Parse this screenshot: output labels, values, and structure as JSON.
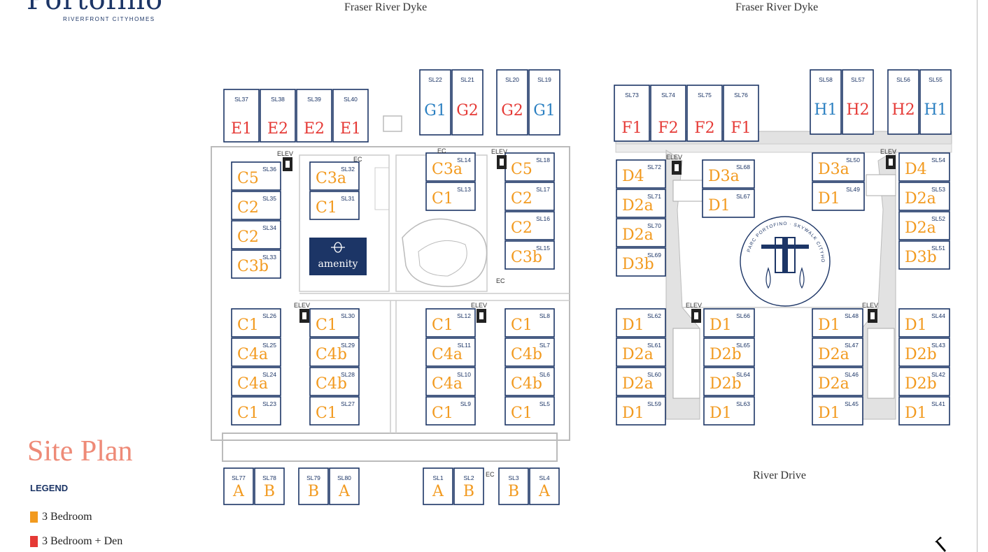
{
  "brand": {
    "name": "Portofino",
    "tagline": "RIVERFRONT CITYHOMES"
  },
  "labels": {
    "dyke_left": "Fraser River Dyke",
    "dyke_right": "Fraser River Dyke",
    "river_drive": "River Drive",
    "site_plan": "Site Plan"
  },
  "legend": {
    "title": "LEGEND",
    "items": [
      {
        "label": "3 Bedroom",
        "color": "#f29a1f"
      },
      {
        "label": "3 Bedroom + Den",
        "color": "#e53935"
      }
    ]
  },
  "amenity": {
    "label": "amenity"
  },
  "park_badge": {
    "text": "PARC PORTOFINO · SKYWALK CITYHOMES"
  },
  "elevator_label": "ELEV",
  "ec_label": "EC",
  "colors": {
    "navy": "#1c3566",
    "orange": "#f29a1f",
    "red": "#e53935",
    "blue": "#2a7fc1",
    "salmon": "#ee8a77"
  },
  "units": [
    {
      "sl": "SL37",
      "type": "E1",
      "color": "red"
    },
    {
      "sl": "SL38",
      "type": "E2",
      "color": "red"
    },
    {
      "sl": "SL39",
      "type": "E2",
      "color": "red"
    },
    {
      "sl": "SL40",
      "type": "E1",
      "color": "red"
    },
    {
      "sl": "SL22",
      "type": "G1",
      "color": "blue"
    },
    {
      "sl": "SL21",
      "type": "G2",
      "color": "red"
    },
    {
      "sl": "SL20",
      "type": "G2",
      "color": "red"
    },
    {
      "sl": "SL19",
      "type": "G1",
      "color": "blue"
    },
    {
      "sl": "SL36",
      "type": "C5",
      "color": "orange"
    },
    {
      "sl": "SL35",
      "type": "C2",
      "color": "orange"
    },
    {
      "sl": "SL34",
      "type": "C2",
      "color": "orange"
    },
    {
      "sl": "SL33",
      "type": "C3b",
      "color": "orange"
    },
    {
      "sl": "SL32",
      "type": "C3a",
      "color": "orange"
    },
    {
      "sl": "SL31",
      "type": "C1",
      "color": "orange"
    },
    {
      "sl": "SL14",
      "type": "C3a",
      "color": "orange"
    },
    {
      "sl": "SL13",
      "type": "C1",
      "color": "orange"
    },
    {
      "sl": "SL18",
      "type": "C5",
      "color": "orange"
    },
    {
      "sl": "SL17",
      "type": "C2",
      "color": "orange"
    },
    {
      "sl": "SL16",
      "type": "C2",
      "color": "orange"
    },
    {
      "sl": "SL15",
      "type": "C3b",
      "color": "orange"
    },
    {
      "sl": "SL26",
      "type": "C1",
      "color": "orange"
    },
    {
      "sl": "SL25",
      "type": "C4a",
      "color": "orange"
    },
    {
      "sl": "SL24",
      "type": "C4a",
      "color": "orange"
    },
    {
      "sl": "SL23",
      "type": "C1",
      "color": "orange"
    },
    {
      "sl": "SL30",
      "type": "C1",
      "color": "orange"
    },
    {
      "sl": "SL29",
      "type": "C4b",
      "color": "orange"
    },
    {
      "sl": "SL28",
      "type": "C4b",
      "color": "orange"
    },
    {
      "sl": "SL27",
      "type": "C1",
      "color": "orange"
    },
    {
      "sl": "SL12",
      "type": "C1",
      "color": "orange"
    },
    {
      "sl": "SL11",
      "type": "C4a",
      "color": "orange"
    },
    {
      "sl": "SL10",
      "type": "C4a",
      "color": "orange"
    },
    {
      "sl": "SL9",
      "type": "C1",
      "color": "orange"
    },
    {
      "sl": "SL8",
      "type": "C1",
      "color": "orange"
    },
    {
      "sl": "SL7",
      "type": "C4b",
      "color": "orange"
    },
    {
      "sl": "SL6",
      "type": "C4b",
      "color": "orange"
    },
    {
      "sl": "SL5",
      "type": "C1",
      "color": "orange"
    },
    {
      "sl": "SL77",
      "type": "A",
      "color": "orange"
    },
    {
      "sl": "SL78",
      "type": "B",
      "color": "orange"
    },
    {
      "sl": "SL79",
      "type": "B",
      "color": "orange"
    },
    {
      "sl": "SL80",
      "type": "A",
      "color": "orange"
    },
    {
      "sl": "SL1",
      "type": "A",
      "color": "orange"
    },
    {
      "sl": "SL2",
      "type": "B",
      "color": "orange"
    },
    {
      "sl": "SL3",
      "type": "B",
      "color": "orange"
    },
    {
      "sl": "SL4",
      "type": "A",
      "color": "orange"
    },
    {
      "sl": "SL73",
      "type": "F1",
      "color": "red"
    },
    {
      "sl": "SL74",
      "type": "F2",
      "color": "red"
    },
    {
      "sl": "SL75",
      "type": "F2",
      "color": "red"
    },
    {
      "sl": "SL76",
      "type": "F1",
      "color": "red"
    },
    {
      "sl": "SL58",
      "type": "H1",
      "color": "blue"
    },
    {
      "sl": "SL57",
      "type": "H2",
      "color": "red"
    },
    {
      "sl": "SL56",
      "type": "H2",
      "color": "red"
    },
    {
      "sl": "SL55",
      "type": "H1",
      "color": "blue"
    },
    {
      "sl": "SL72",
      "type": "D4",
      "color": "orange"
    },
    {
      "sl": "SL71",
      "type": "D2a",
      "color": "orange"
    },
    {
      "sl": "SL70",
      "type": "D2a",
      "color": "orange"
    },
    {
      "sl": "SL69",
      "type": "D3b",
      "color": "orange"
    },
    {
      "sl": "SL68",
      "type": "D3a",
      "color": "orange"
    },
    {
      "sl": "SL67",
      "type": "D1",
      "color": "orange"
    },
    {
      "sl": "SL50",
      "type": "D3a",
      "color": "orange"
    },
    {
      "sl": "SL49",
      "type": "D1",
      "color": "orange"
    },
    {
      "sl": "SL54",
      "type": "D4",
      "color": "orange"
    },
    {
      "sl": "SL53",
      "type": "D2a",
      "color": "orange"
    },
    {
      "sl": "SL52",
      "type": "D2a",
      "color": "orange"
    },
    {
      "sl": "SL51",
      "type": "D3b",
      "color": "orange"
    },
    {
      "sl": "SL62",
      "type": "D1",
      "color": "orange"
    },
    {
      "sl": "SL61",
      "type": "D2a",
      "color": "orange"
    },
    {
      "sl": "SL60",
      "type": "D2a",
      "color": "orange"
    },
    {
      "sl": "SL59",
      "type": "D1",
      "color": "orange"
    },
    {
      "sl": "SL66",
      "type": "D1",
      "color": "orange"
    },
    {
      "sl": "SL65",
      "type": "D2b",
      "color": "orange"
    },
    {
      "sl": "SL64",
      "type": "D2b",
      "color": "orange"
    },
    {
      "sl": "SL63",
      "type": "D1",
      "color": "orange"
    },
    {
      "sl": "SL48",
      "type": "D1",
      "color": "orange"
    },
    {
      "sl": "SL47",
      "type": "D2a",
      "color": "orange"
    },
    {
      "sl": "SL46",
      "type": "D2a",
      "color": "orange"
    },
    {
      "sl": "SL45",
      "type": "D1",
      "color": "orange"
    },
    {
      "sl": "SL44",
      "type": "D1",
      "color": "orange"
    },
    {
      "sl": "SL43",
      "type": "D2b",
      "color": "orange"
    },
    {
      "sl": "SL42",
      "type": "D2b",
      "color": "orange"
    },
    {
      "sl": "SL41",
      "type": "D1",
      "color": "orange"
    }
  ]
}
